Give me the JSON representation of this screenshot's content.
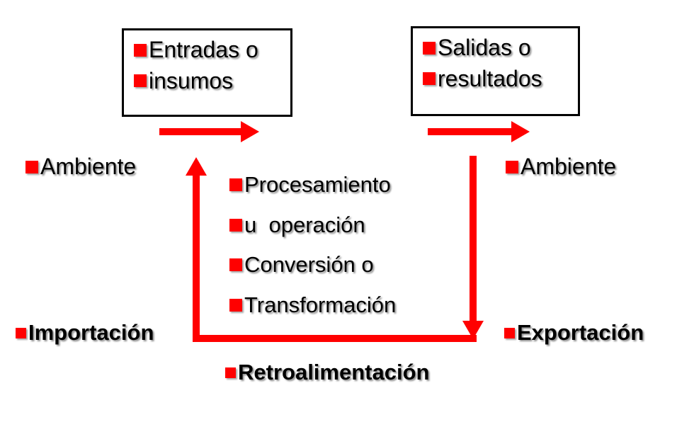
{
  "diagram": {
    "title_visible": false,
    "colors": {
      "bullet": "#ff0000",
      "arrow": "#ff0000",
      "box_border": "#000000",
      "text": "#000000",
      "background": "#ffffff"
    },
    "input_box": {
      "lines": [
        {
          "bullet": "red-square-bullet",
          "label": "Entradas o"
        },
        {
          "bullet": "red-square-bullet",
          "label": "insumos"
        }
      ]
    },
    "output_box": {
      "lines": [
        {
          "bullet": "red-square-bullet",
          "label": "Salidas o"
        },
        {
          "bullet": "red-square-bullet",
          "label": "resultados"
        }
      ]
    },
    "environment_left": {
      "bullet": "red-square-bullet",
      "label": "Ambiente"
    },
    "environment_right": {
      "bullet": "red-square-bullet",
      "label": "Ambiente"
    },
    "process_block": {
      "lines": [
        {
          "bullet": "red-square-bullet",
          "label": "Procesamiento"
        },
        {
          "bullet": "red-square-bullet",
          "label": "u  operación"
        },
        {
          "bullet": "red-square-bullet",
          "label": "Conversión o"
        },
        {
          "bullet": "red-square-bullet",
          "label": "Transformación"
        }
      ]
    },
    "import_label": {
      "bullet": "red-square-bullet",
      "label": "Importación"
    },
    "export_label": {
      "bullet": "red-square-bullet",
      "label": "Exportación"
    },
    "feedback_label": {
      "bullet": "red-square-bullet",
      "label": "Retroalimentación"
    },
    "arrows": [
      {
        "name": "input-flow-arrow",
        "direction": "right"
      },
      {
        "name": "output-flow-arrow",
        "direction": "right"
      },
      {
        "name": "feedback-up-arrow",
        "direction": "up"
      },
      {
        "name": "feedback-down-arrow",
        "direction": "down"
      },
      {
        "name": "feedback-bottom-line",
        "direction": "horizontal"
      }
    ]
  }
}
